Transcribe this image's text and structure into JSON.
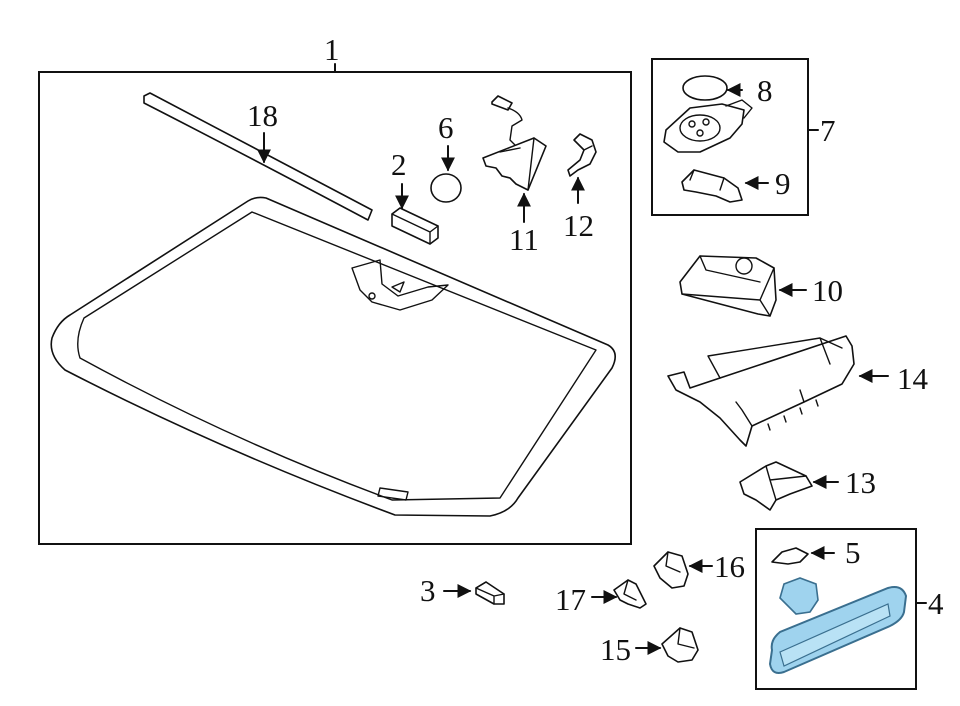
{
  "callouts": {
    "c1": "1",
    "c2": "2",
    "c3": "3",
    "c4": "4",
    "c5": "5",
    "c6": "6",
    "c7": "7",
    "c8": "8",
    "c9": "9",
    "c10": "10",
    "c11": "11",
    "c12": "12",
    "c13": "13",
    "c14": "14",
    "c15": "15",
    "c16": "16",
    "c17": "17",
    "c18": "18"
  },
  "colors": {
    "line": "#111111",
    "mirror_highlight": "#9fd3ee",
    "mirror_edge": "#3a6f8f"
  }
}
